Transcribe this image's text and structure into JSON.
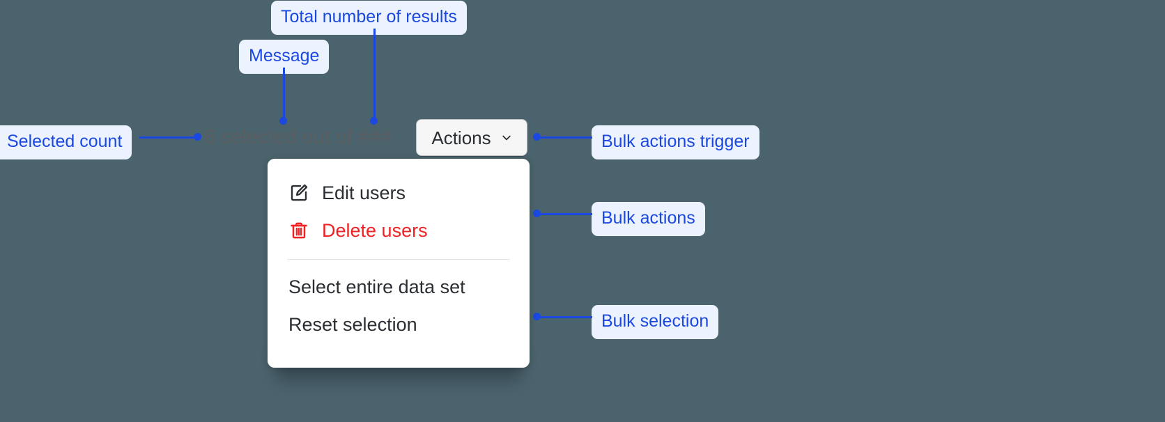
{
  "canvas": {
    "background_color": "#4b636c",
    "accent_color": "#1a48e0",
    "chip_background": "#ecf3fe"
  },
  "ui": {
    "status_message": "6 selected out of ###",
    "selected_count": "6",
    "total_results_placeholder": "###",
    "actions_button": {
      "label": "Actions",
      "chevron_icon": "chevron-down-icon"
    },
    "menu": {
      "bulk_actions": [
        {
          "label": "Edit users",
          "icon": "edit-pencil-icon",
          "tone": "default"
        },
        {
          "label": "Delete users",
          "icon": "trash-icon",
          "tone": "critical",
          "color": "#ef2323"
        }
      ],
      "bulk_selection": [
        {
          "label": "Select entire data set"
        },
        {
          "label": "Reset selection"
        }
      ]
    }
  },
  "annotations": {
    "total_results": "Total number of results",
    "message": "Message",
    "selected_count": "Selected count",
    "bulk_actions_trigger": "Bulk actions trigger",
    "bulk_actions": "Bulk actions",
    "bulk_selection": "Bulk selection"
  }
}
